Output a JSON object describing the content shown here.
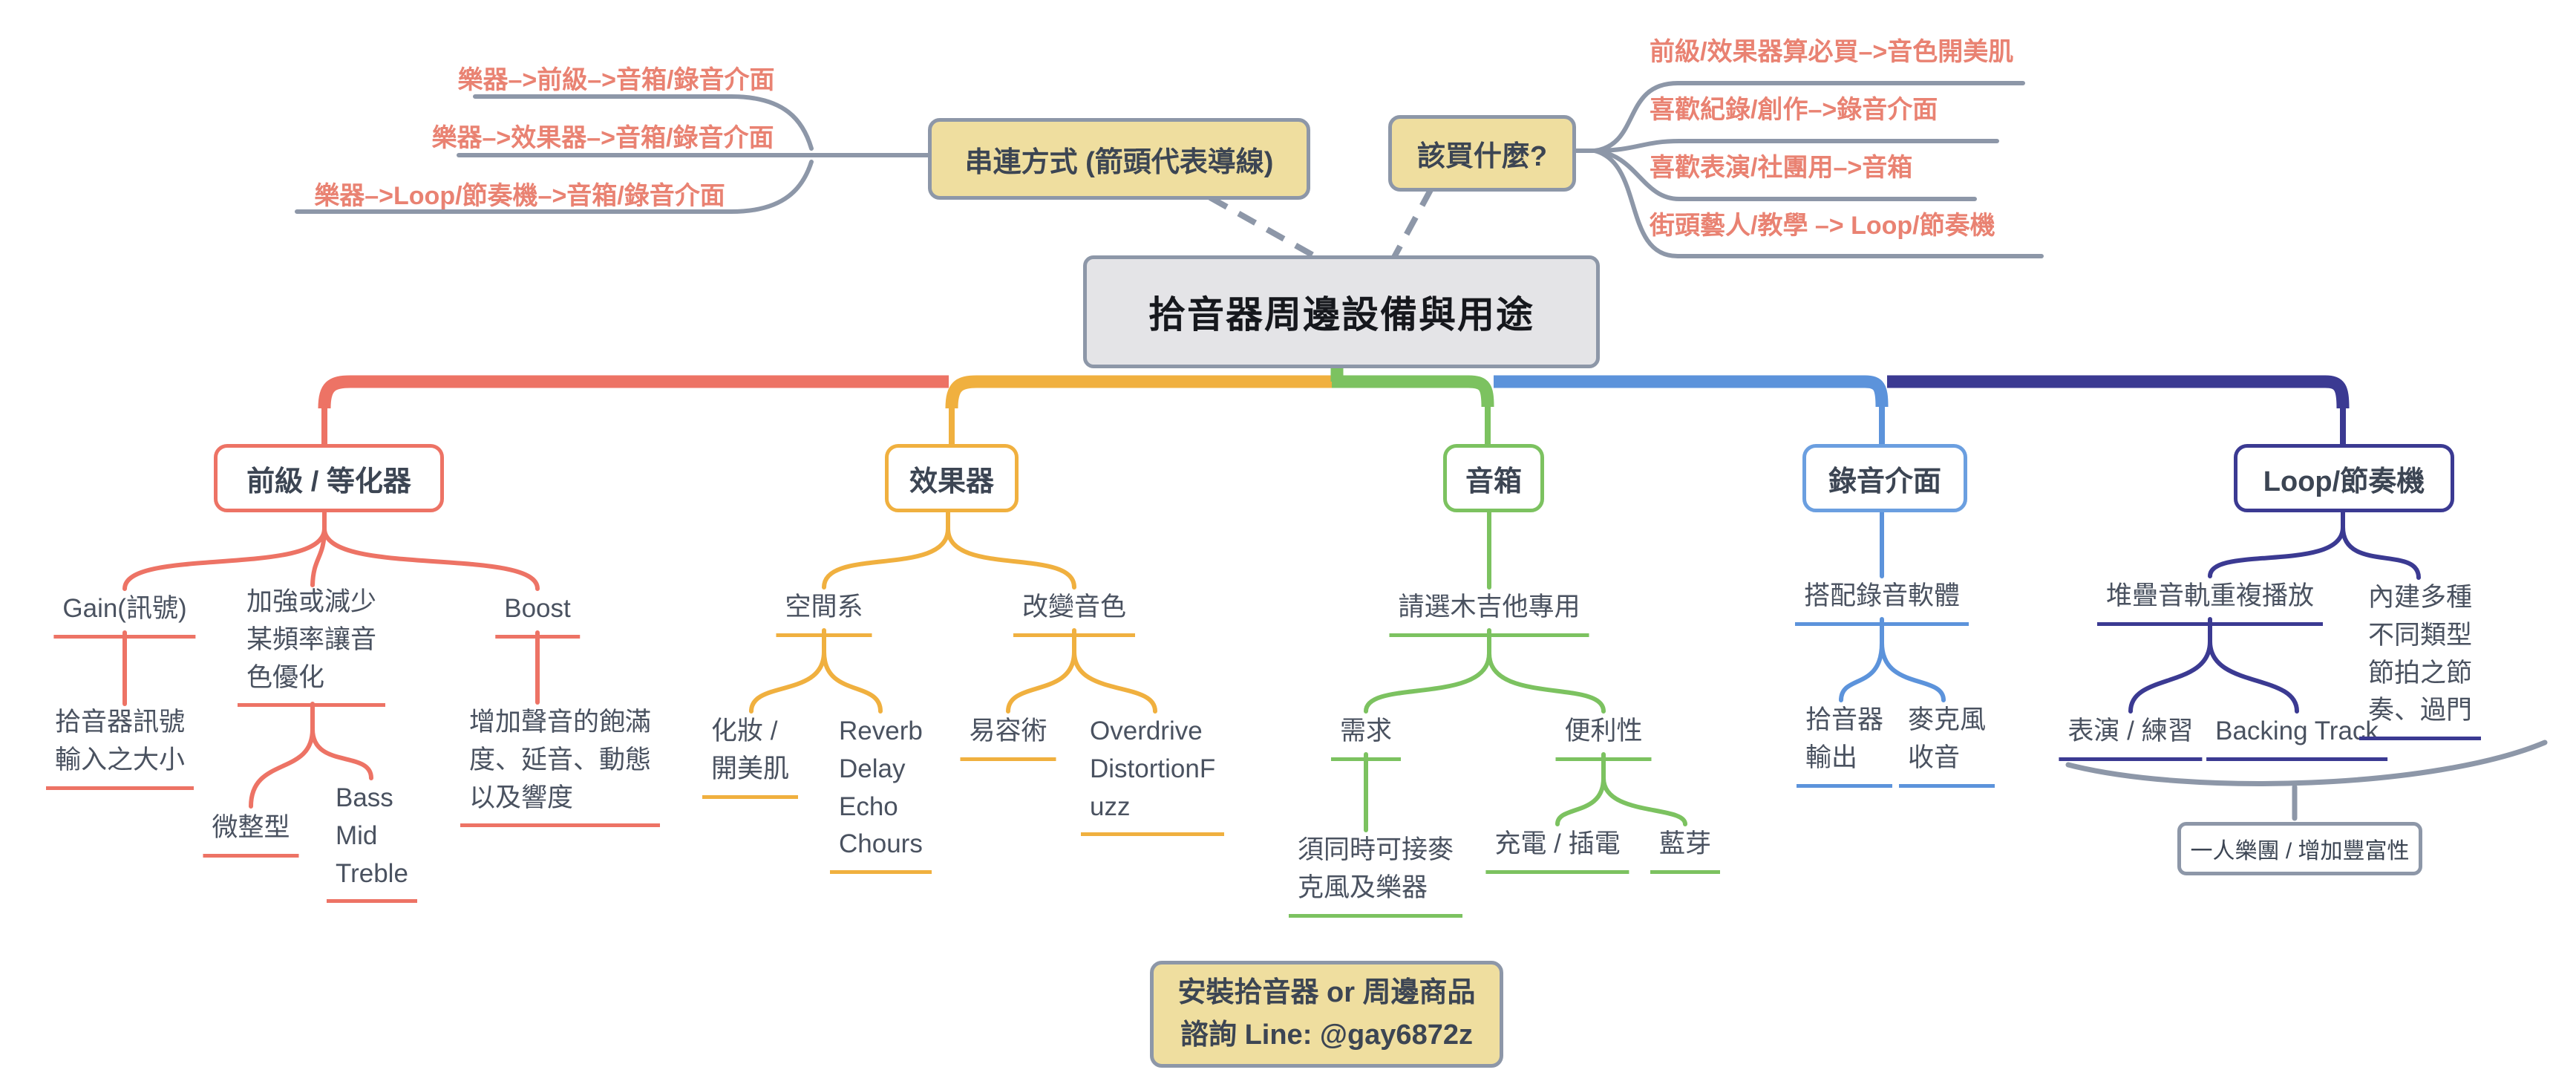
{
  "title": "拾音器周邊設備與用途",
  "colors": {
    "red": "#ED7365",
    "red_text": "#E98272",
    "yellow": "#F0B03F",
    "green": "#7CC260",
    "blue": "#5C93DB",
    "navy": "#3B3A92",
    "gray": "#8D97A8",
    "tag_fill": "#EFDE9F",
    "title_fill": "#E4E4E7",
    "text_dark": "#4A5260"
  },
  "top_left": {
    "box_label": "串連方式 (箭頭代表導線)",
    "items": [
      "樂器–>前級–>音箱/錄音介面",
      "樂器–>效果器–>音箱/錄音介面",
      "樂器–>Loop/節奏機–>音箱/錄音介面"
    ]
  },
  "top_right": {
    "box_label": "該買什麼?",
    "items": [
      "前級/效果器算必買–>音色開美肌",
      "喜歡紀錄/創作–>錄音介面",
      "喜歡表演/社團用–>音箱",
      "街頭藝人/教學 –> Loop/節奏機"
    ]
  },
  "preamp": {
    "label": "前級 / 等化器",
    "gain": "Gain(訊號)",
    "gain_desc": "拾音器訊號\n輸入之大小",
    "eq": "加強或減少\n某頻率讓音\n色優化",
    "eq_minor": "微整型",
    "eq_bands": "Bass\nMid\nTreble",
    "boost": "Boost",
    "boost_desc": "增加聲音的飽滿\n度、延音、動態\n以及響度"
  },
  "fx": {
    "label": "效果器",
    "space": "空間系",
    "space_makeup": "化妝 /\n開美肌",
    "space_types": "Reverb\nDelay\nEcho\nChours",
    "tone": "改變音色",
    "tone_alias": "易容術",
    "tone_types": "Overdrive\nDistortionF\nuzz"
  },
  "amp": {
    "label": "音箱",
    "note": "請選木吉他專用",
    "need": "需求",
    "need_desc": "須同時可接麥\n克風及樂器",
    "convenience": "便利性",
    "power": "充電 / 插電",
    "bluetooth": "藍芽"
  },
  "rec": {
    "label": "錄音介面",
    "note": "搭配錄音軟體",
    "pickup_out": "拾音器\n輸出",
    "mic_in": "麥克風\n收音"
  },
  "looper": {
    "label": "Loop/節奏機",
    "stack": "堆疊音軌重複播放",
    "perform": "表演 / 練習",
    "backing": "Backing Track",
    "builtin": "內建多種\n不同類型\n節拍之節\n奏、過門",
    "summary": "一人樂團 / 增加豐富性"
  },
  "footer": {
    "note": "安裝拾音器 or 周邊商品\n諮詢 Line: @gay6872z"
  }
}
